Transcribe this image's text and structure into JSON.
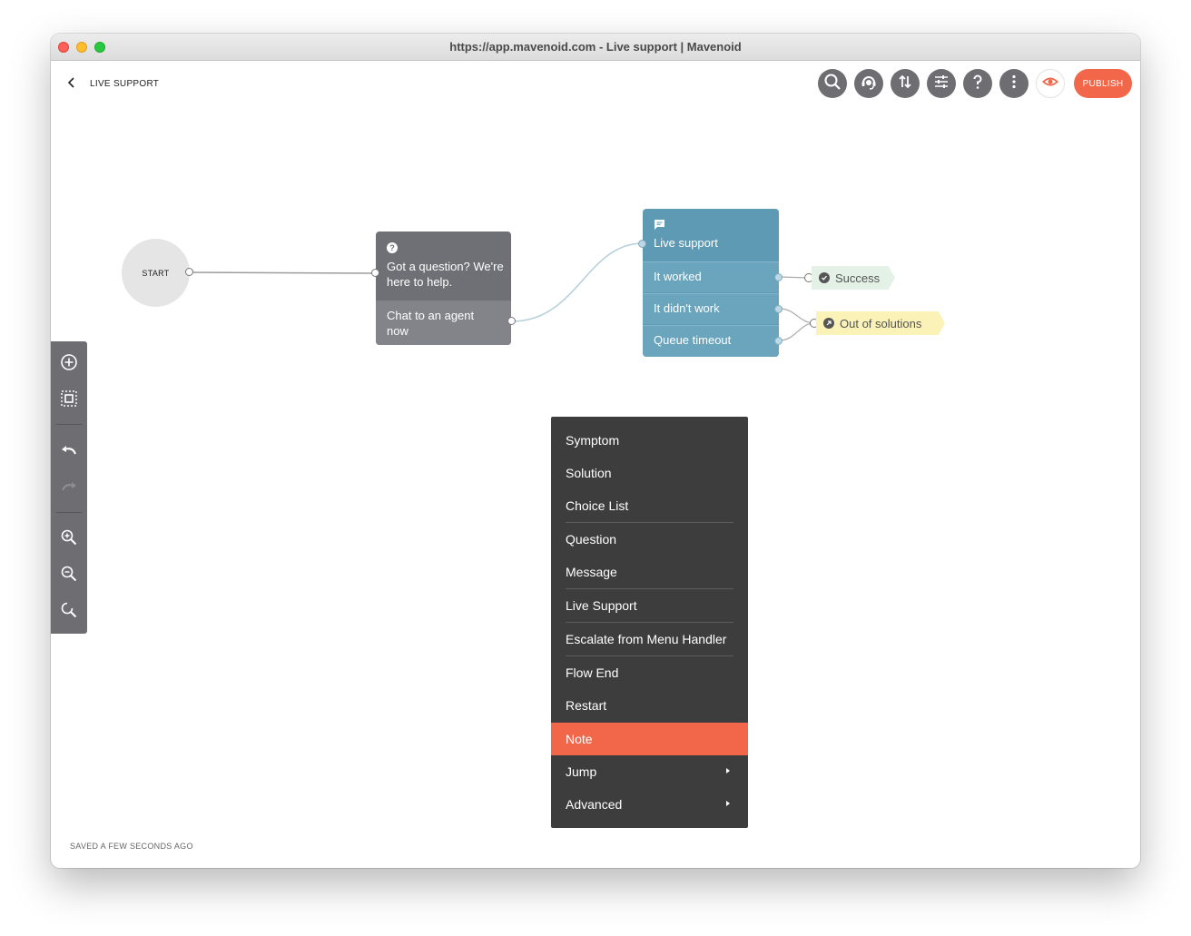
{
  "window": {
    "title": "https://app.mavenoid.com - Live support | Mavenoid"
  },
  "header": {
    "back_icon": "chevron-left-icon",
    "title": "LIVE SUPPORT",
    "toolbar": {
      "icons": [
        "search-icon",
        "agent-icon",
        "sort-icon",
        "settings-sliders-icon",
        "help-icon",
        "more-vertical-icon"
      ],
      "preview_icon": "eye-icon",
      "publish_label": "PUBLISH",
      "accent": "#f26649"
    }
  },
  "left_tools": [
    "add-node-icon",
    "select-area-icon",
    "undo-icon",
    "redo-icon",
    "zoom-in-icon",
    "zoom-out-icon",
    "zoom-reset-icon"
  ],
  "canvas": {
    "start_label": "START",
    "question_node": {
      "icon": "question-icon",
      "text": "Got a question? We're here to help.",
      "option": "Chat to an agent now"
    },
    "live_node": {
      "icon": "chat-icon",
      "title": "Live support",
      "options": [
        "It worked",
        "It didn't work",
        "Queue timeout"
      ],
      "color": "#5e9ab3"
    },
    "end_tags": [
      {
        "label": "Success",
        "icon": "check-icon",
        "color": "#e4f1e7"
      },
      {
        "label": "Out of solutions",
        "icon": "arrow-out-icon",
        "color": "#fbf2b8"
      }
    ]
  },
  "context_menu": {
    "items": [
      "Symptom",
      "Solution",
      "Choice List",
      "Question",
      "Message",
      "Live Support",
      "Escalate from Menu Handler",
      "Flow End",
      "Restart",
      "Note",
      "Jump",
      "Advanced"
    ],
    "active_item": "Note",
    "submenu_icon": "chevron-right-icon"
  },
  "status": {
    "saved": "SAVED A FEW SECONDS AGO"
  }
}
